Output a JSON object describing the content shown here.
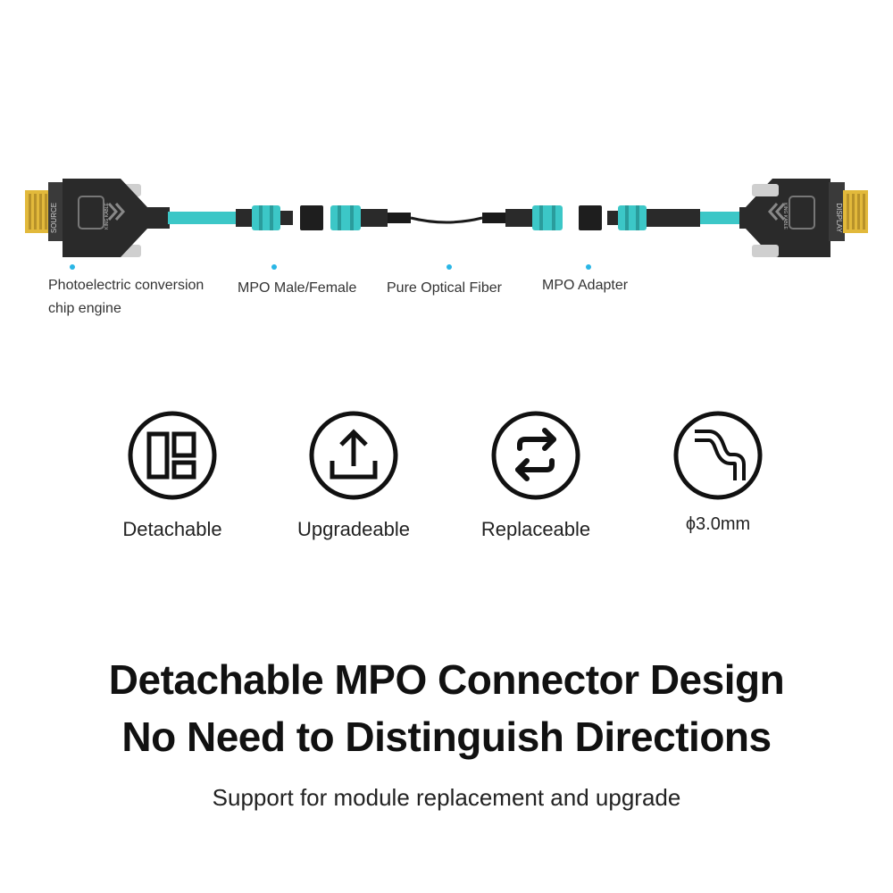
{
  "diagram": {
    "left_plug_text": "SOURCE",
    "right_plug_text": "DISPLAY",
    "brand": "KING KABLE",
    "colors": {
      "aqua": "#3cc7c7",
      "connector_dark": "#2a2a2a",
      "pin_gold": "#e2b93b",
      "callout": "#2ab6e6"
    }
  },
  "callouts": [
    {
      "line1": "Photoelectric conversion",
      "line2": "chip engine"
    },
    {
      "line1": "MPO Male/Female",
      "line2": ""
    },
    {
      "line1": "Pure Optical Fiber",
      "line2": ""
    },
    {
      "line1": "MPO Adapter",
      "line2": ""
    }
  ],
  "features": [
    {
      "label": "Detachable",
      "icon": "detachable-icon"
    },
    {
      "label": "Upgradeable",
      "icon": "upload-icon"
    },
    {
      "label": "Replaceable",
      "icon": "swap-arrows-icon"
    },
    {
      "label": "ϕ3.0mm",
      "icon": "cable-bend-icon"
    }
  ],
  "headline": {
    "line1": "Detachable MPO Connector Design",
    "line2": "No Need to Distinguish Directions"
  },
  "subline": "Support for module replacement and upgrade"
}
